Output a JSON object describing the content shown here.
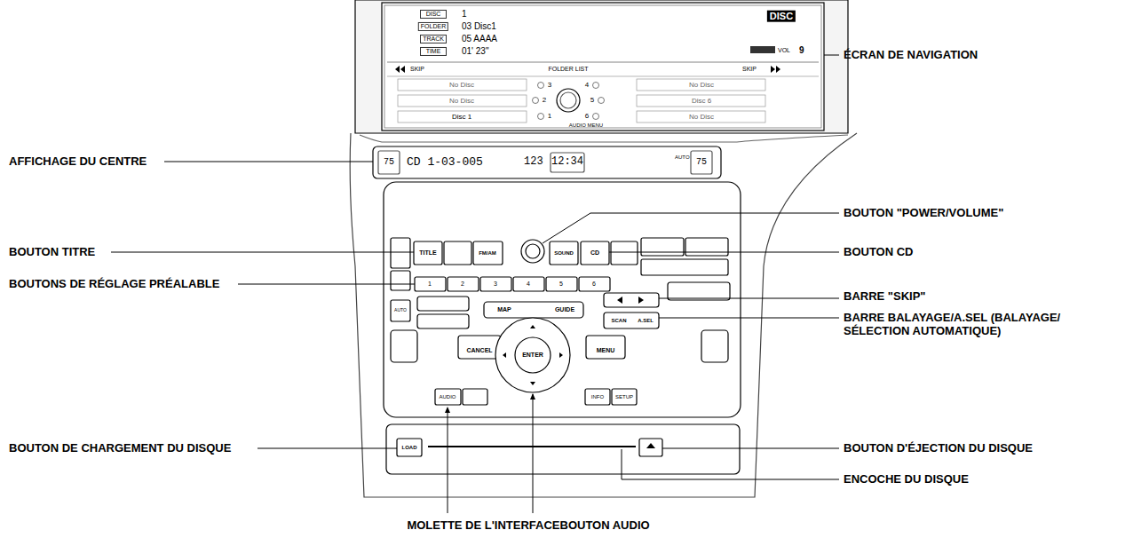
{
  "diagram": {
    "labels": [
      "ÉCRAN DE NAVIGATION",
      "AFFICHAGE DU CENTRE",
      "BOUTON \"POWER/VOLUME\"",
      "BOUTON TITRE",
      "BOUTON CD",
      "BOUTONS DE RÉGLAGE PRÉALABLE",
      "BARRE \"SKIP\"",
      "BARRE BALAYAGE/A.SEL (BALAYAGE/ SÉLECTION AUTOMATIQUE)",
      "BOUTON DE CHARGEMENT DU DISQUE",
      "BOUTON D'ÉJECTION DU DISQUE",
      "ENCOCHE DU DISQUE",
      "MOLETTE DE L'INTERFACEBOUTON AUDIO",
      "DISC",
      "FOLDER",
      "TRACK",
      "TIME",
      "1",
      "03 Disc1",
      "05 AAAA",
      "01' 23\"",
      "DISC",
      "VOL",
      "9",
      "SKIP",
      "FOLDER LIST",
      "SKIP",
      "No Disc",
      "No Disc",
      "Disc 1",
      "No Disc",
      "Disc 6",
      "No Disc",
      "3",
      "4",
      "2",
      "5",
      "1",
      "6",
      "AUDIO MENU",
      "75",
      "CD 1-03-005",
      "123",
      "12:34",
      "AUTO",
      "75",
      "TITLE",
      "FM/AM",
      "SOUND",
      "CD",
      "1",
      "2",
      "3",
      "4",
      "5",
      "6",
      "SCAN",
      "A.SEL",
      "MAP",
      "GUIDE",
      "CANCEL",
      "ENTER",
      "MENU",
      "AUDIO",
      "INFO",
      "SETUP",
      "LOAD",
      "AUTO"
    ]
  }
}
